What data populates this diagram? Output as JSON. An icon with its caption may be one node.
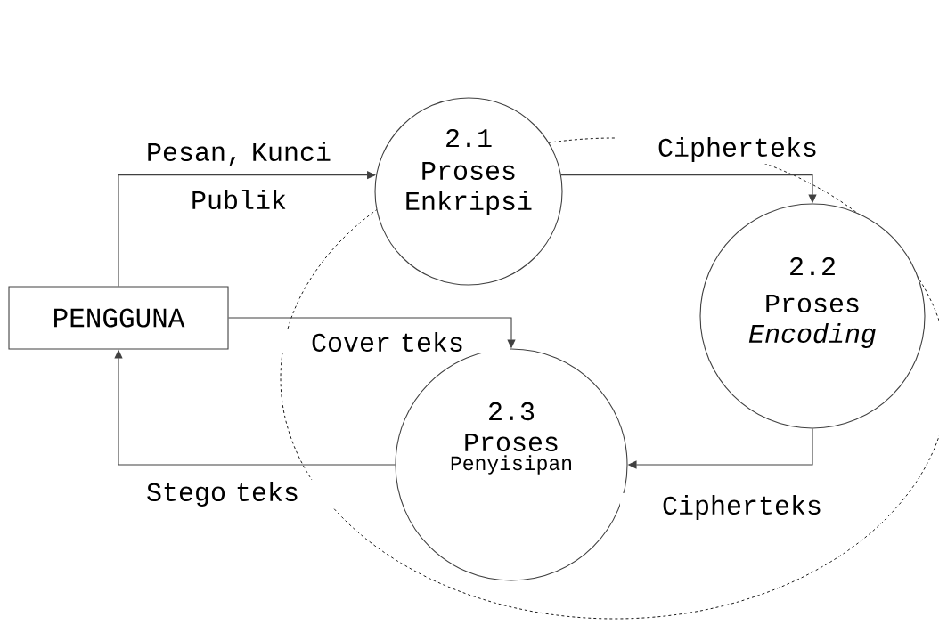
{
  "diagram": {
    "nodes": [
      {
        "text": [
          "PENGGUNA"
        ]
      },
      {
        "text": [
          "2.1",
          "Proses Enkripsi"
        ]
      },
      {
        "text": [
          "2.2",
          "Proses *Encoding*"
        ]
      },
      {
        "text": [
          "2.3",
          "Proses",
          "Penyisipan"
        ]
      }
    ],
    "edges": [
      {
        "from": 0,
        "to": 1,
        "arrow": "to",
        "label": "Pesan, Kunci Publik"
      },
      {
        "from": 1,
        "to": 2,
        "arrow": "to",
        "label": "Cipherteks"
      },
      {
        "from": 2,
        "to": 3,
        "arrow": "to",
        "label": "Cipherteks"
      },
      {
        "from": 0,
        "to": 3,
        "arrow": "to",
        "label": "Cover teks"
      },
      {
        "from": 3,
        "to": 0,
        "arrow": "to",
        "label": "Stego teks"
      }
    ]
  }
}
